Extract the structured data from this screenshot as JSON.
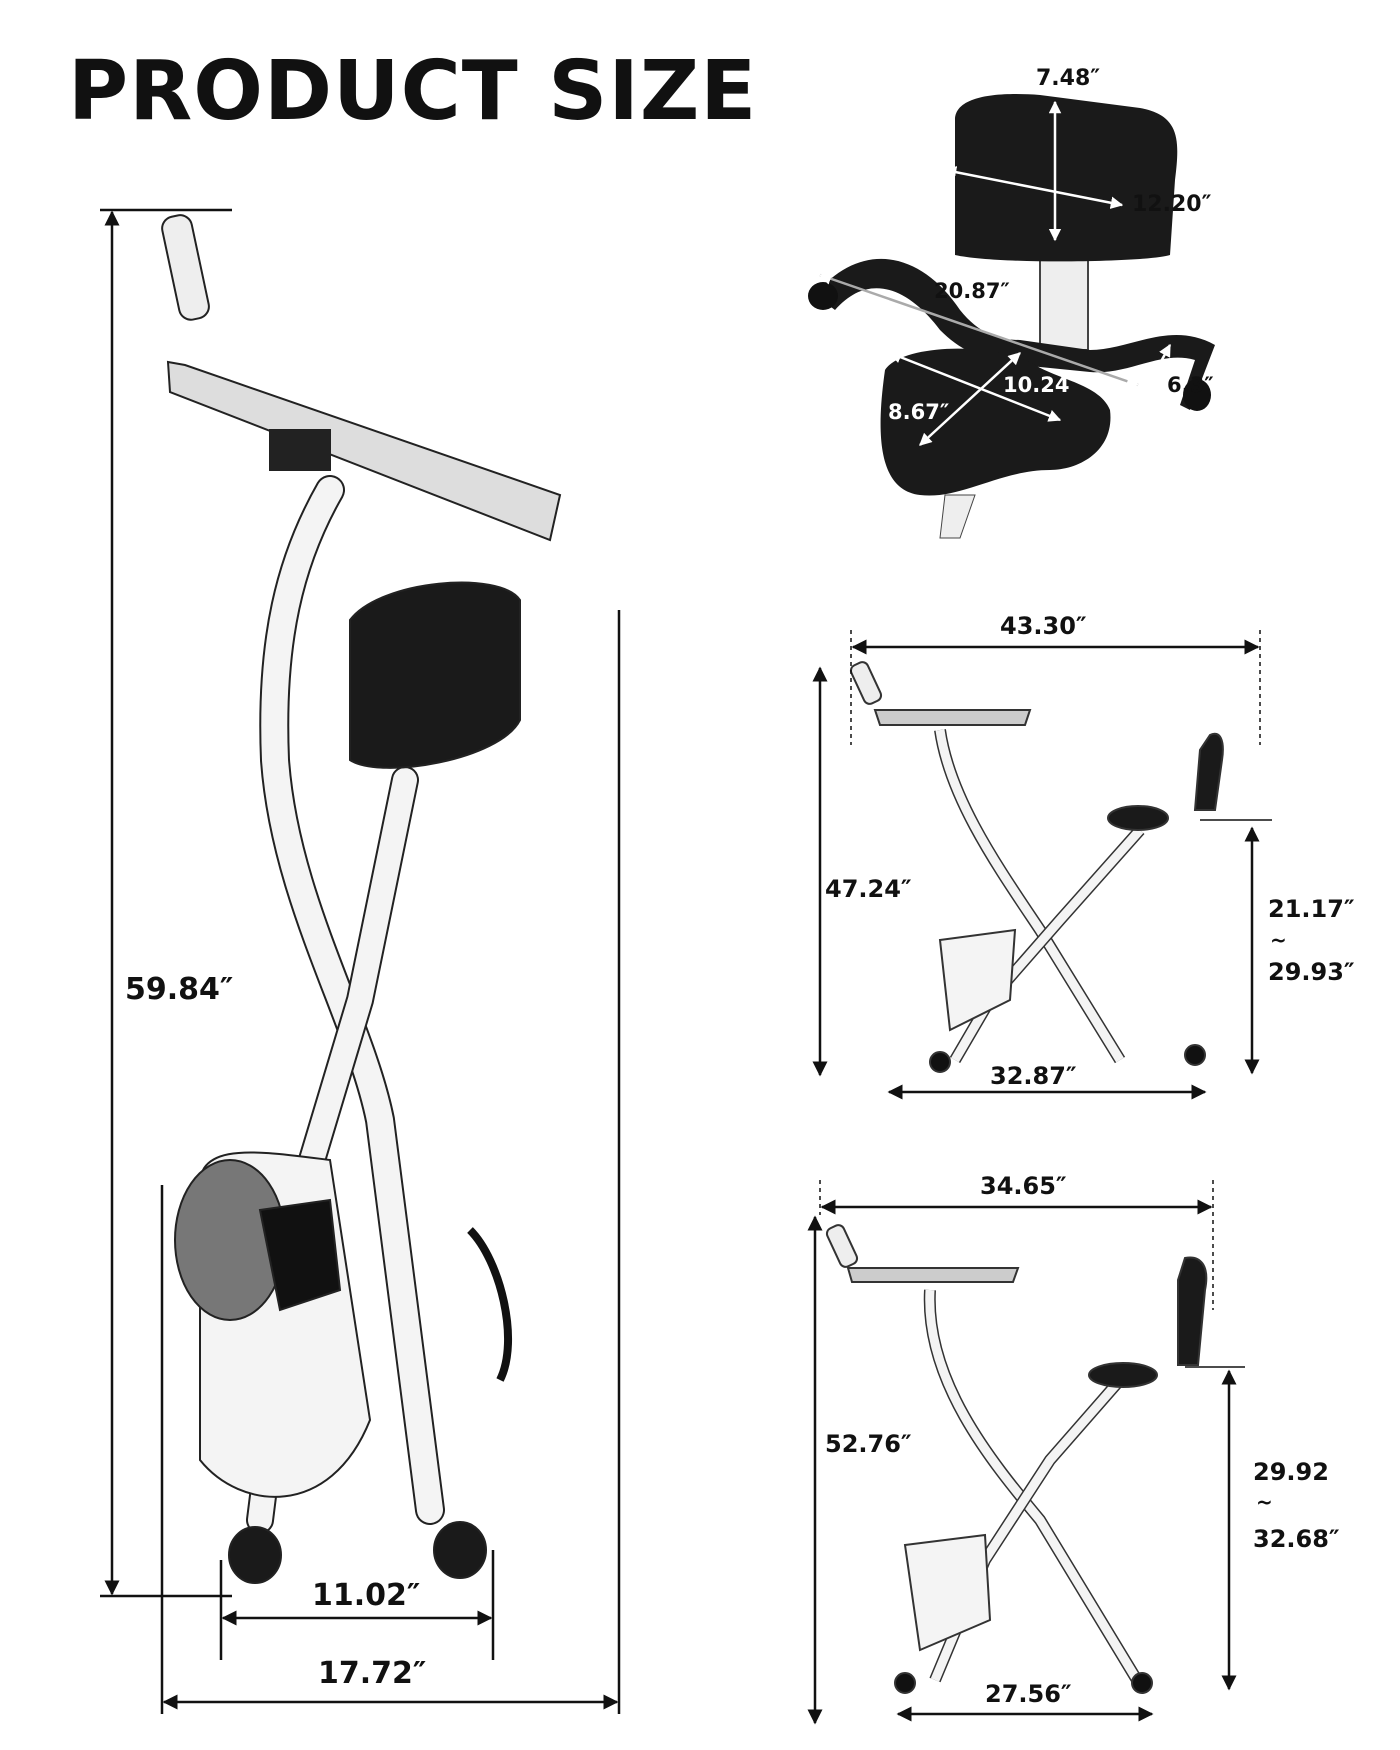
{
  "title": "PRODUCT SIZE",
  "folded_view": {
    "height": "59.84″",
    "base_inner_width": "11.02″",
    "base_outer_width": "17.72″"
  },
  "seat_detail": {
    "backrest_height": "7.48″",
    "backrest_width": "12.20″",
    "handle_span": "20.87″",
    "seat_width": "10.24″",
    "seat_depth": "8.67″",
    "grip_length": "6.3″"
  },
  "low_position_view": {
    "overall_length": "43.30″",
    "overall_height": "47.24″",
    "base_length": "32.87″",
    "seat_height_min": "21.17″",
    "range_sep": "~",
    "seat_height_max": "29.93″"
  },
  "high_position_view": {
    "overall_length": "34.65″",
    "overall_height": "52.76″",
    "base_length": "27.56″",
    "seat_height_min": "29.92",
    "range_sep": "~",
    "seat_height_max": "32.68″"
  },
  "colors": {
    "ink": "#111111",
    "frame": "#f2f2f2",
    "pad": "#1a1a1a",
    "gray": "#8a8a8a"
  }
}
